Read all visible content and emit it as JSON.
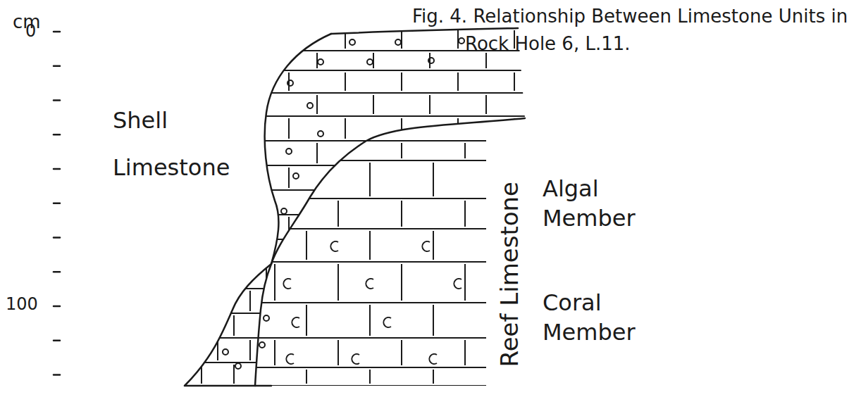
{
  "diagram": {
    "title": "Fig. 4. Relationship Between Limestone Units in Rock Hole 6, L.11.",
    "labels": [
      "cm",
      "0",
      "100",
      "Shell Limestone",
      "Algal Member",
      "Reef Limestone",
      "Coral Member"
    ]
  }
}
